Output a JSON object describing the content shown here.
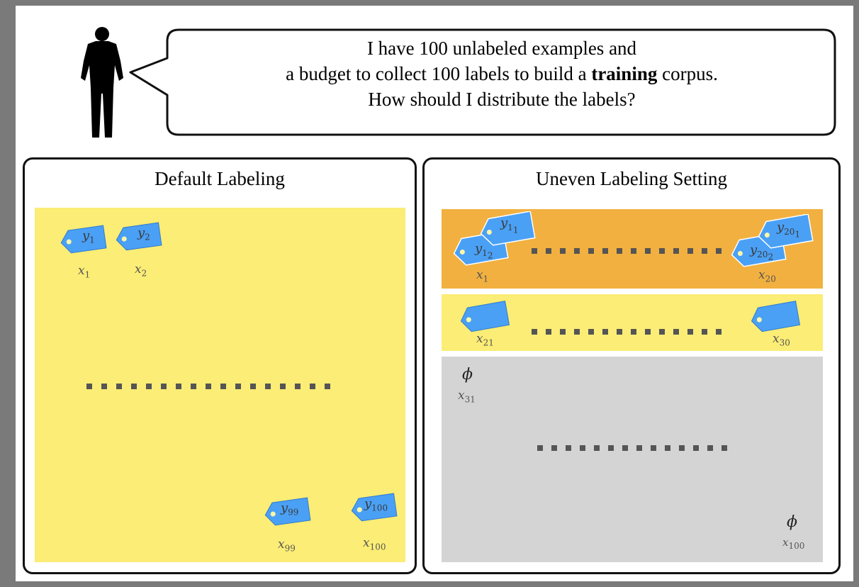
{
  "prompt": {
    "line1": "I have 100 unlabeled examples and",
    "line2_before": "a budget to collect 100 labels to build a ",
    "line2_bold": "training",
    "line2_after": " corpus.",
    "line3": "How should I distribute the labels?"
  },
  "left_panel": {
    "title": "Default Labeling",
    "examples": [
      {
        "x": "x",
        "x_sub": "1",
        "y": "y",
        "y_sub": "1"
      },
      {
        "x": "x",
        "x_sub": "2",
        "y": "y",
        "y_sub": "2"
      },
      {
        "x": "x",
        "x_sub": "99",
        "y": "y",
        "y_sub": "99"
      },
      {
        "x": "x",
        "x_sub": "100",
        "y": "y",
        "y_sub": "100"
      }
    ]
  },
  "right_panel": {
    "title": "Uneven Labeling Setting",
    "multi_label_examples": [
      {
        "x": "x",
        "x_sub": "1",
        "labels": [
          {
            "y": "y",
            "y_sub": "1",
            "y_subsub": "1"
          },
          {
            "y": "y",
            "y_sub": "1",
            "y_subsub": "2"
          }
        ]
      },
      {
        "x": "x",
        "x_sub": "20",
        "labels": [
          {
            "y": "y",
            "y_sub": "20",
            "y_subsub": "1"
          },
          {
            "y": "y",
            "y_sub": "20",
            "y_subsub": "2"
          }
        ]
      }
    ],
    "single_label_examples": [
      {
        "x": "x",
        "x_sub": "21"
      },
      {
        "x": "x",
        "x_sub": "30"
      }
    ],
    "unlabeled_examples": [
      {
        "symbol": "ϕ",
        "x": "x",
        "x_sub": "31"
      },
      {
        "symbol": "ϕ",
        "x": "x",
        "x_sub": "100"
      }
    ]
  },
  "colors": {
    "yellow_region": "#fbed75",
    "orange_region": "#f2b040",
    "gray_region": "#d4d4d4",
    "tag_blue": "#4aa0f5",
    "tag_hole": "#fff7a8",
    "dots": "#555555"
  }
}
